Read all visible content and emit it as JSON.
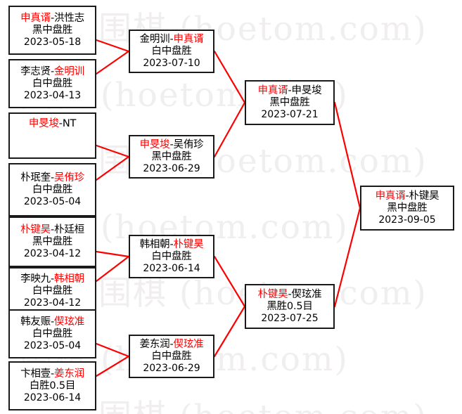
{
  "watermark": {
    "text": "围棋 (hoetom.com)",
    "color": "#f0eeee",
    "rows": 7
  },
  "colors": {
    "winner": "#ff0000",
    "loser": "#000000",
    "box_border": "#1a1a1a",
    "connector": "#ff0000",
    "background": "#ffffff"
  },
  "bracket": {
    "rounds": [
      {
        "name": "round-of-16",
        "matches": [
          {
            "id": "r1m1",
            "winner": "申真谞",
            "loser": "洪性志",
            "separator": "-",
            "winner_side": "left",
            "result": "黑中盘胜",
            "date": "2023-05-18"
          },
          {
            "id": "r1m2",
            "winner": "金明训",
            "loser": "李志贤",
            "separator": "-",
            "winner_side": "right",
            "result": "白中盘胜",
            "date": "2023-04-13"
          },
          {
            "id": "r1m3",
            "winner": "申旻埈",
            "loser": "NT",
            "separator": "-",
            "winner_side": "left",
            "result": "",
            "date": "",
            "bye": true
          },
          {
            "id": "r1m4",
            "winner": "吴侑珍",
            "loser": "朴珉奎",
            "separator": "-",
            "winner_side": "right",
            "result": "白中盘胜",
            "date": "2023-05-04"
          },
          {
            "id": "r1m5",
            "winner": "朴键昊",
            "loser": "朴廷桓",
            "separator": "-",
            "winner_side": "left",
            "result": "黑中盘胜",
            "date": "2023-04-12"
          },
          {
            "id": "r1m6",
            "winner": "韩相朝",
            "loser": "李映九",
            "separator": "-",
            "winner_side": "right",
            "result": "白中盘胜",
            "date": "2023-04-12"
          },
          {
            "id": "r1m7",
            "winner": "偰玹准",
            "loser": "韩友赈",
            "separator": "-",
            "winner_side": "right",
            "result": "白中盘胜",
            "date": "2023-05-04"
          },
          {
            "id": "r1m8",
            "winner": "姜东润",
            "loser": "卞相壹",
            "separator": "-",
            "winner_side": "right",
            "result": "白胜0.5目",
            "date": "2023-06-14"
          }
        ]
      },
      {
        "name": "quarterfinals",
        "matches": [
          {
            "id": "r2m1",
            "winner": "申真谞",
            "loser": "金明训",
            "separator": "-",
            "winner_side": "right",
            "result": "白中盘胜",
            "date": "2023-07-10"
          },
          {
            "id": "r2m2",
            "winner": "申旻埈",
            "loser": "吴侑珍",
            "separator": "-",
            "winner_side": "left",
            "result": "黑中盘胜",
            "date": "2023-06-29"
          },
          {
            "id": "r2m3",
            "winner": "朴键昊",
            "loser": "韩相朝",
            "separator": "-",
            "winner_side": "right",
            "result": "白中盘胜",
            "date": "2023-06-14"
          },
          {
            "id": "r2m4",
            "winner": "偰玹准",
            "loser": "姜东润",
            "separator": "-",
            "winner_side": "right",
            "result": "白中盘胜",
            "date": "2023-06-29"
          }
        ]
      },
      {
        "name": "semifinals",
        "matches": [
          {
            "id": "r3m1",
            "winner": "申真谞",
            "loser": "申旻埈",
            "separator": "-",
            "winner_side": "left",
            "result": "黑中盘胜",
            "date": "2023-07-21"
          },
          {
            "id": "r3m2",
            "winner": "朴键昊",
            "loser": "偰玹准",
            "separator": "-",
            "winner_side": "left",
            "result": "黑胜0.5目",
            "date": "2023-07-25"
          }
        ]
      },
      {
        "name": "final",
        "matches": [
          {
            "id": "r4m1",
            "winner": "申真谞",
            "loser": "朴键昊",
            "separator": "-",
            "winner_side": "left",
            "result": "黑中盘胜",
            "date": "2023-09-05"
          }
        ]
      }
    ]
  }
}
